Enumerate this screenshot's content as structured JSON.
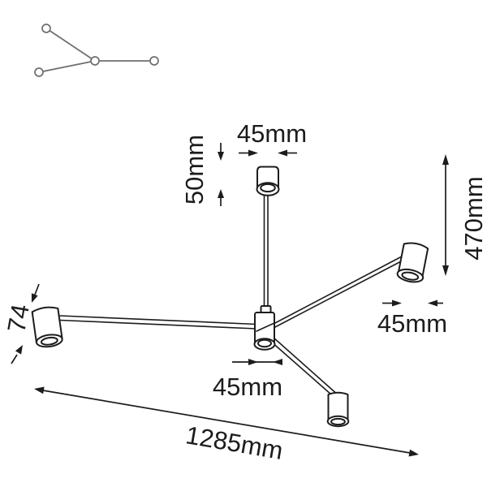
{
  "icons": {
    "structure": "lamp-arms-schematic-icon"
  },
  "labels": {
    "canopy_width": "45mm",
    "canopy_height": "50mm",
    "fixture_height": "470mm",
    "head_width": "45mm",
    "head_height": "74",
    "hub_width": "45mm",
    "total_length": "1285mm"
  },
  "colors": {
    "ink": "#1c1c1c",
    "schematic": "#6e6e6e",
    "background": "#ffffff"
  }
}
